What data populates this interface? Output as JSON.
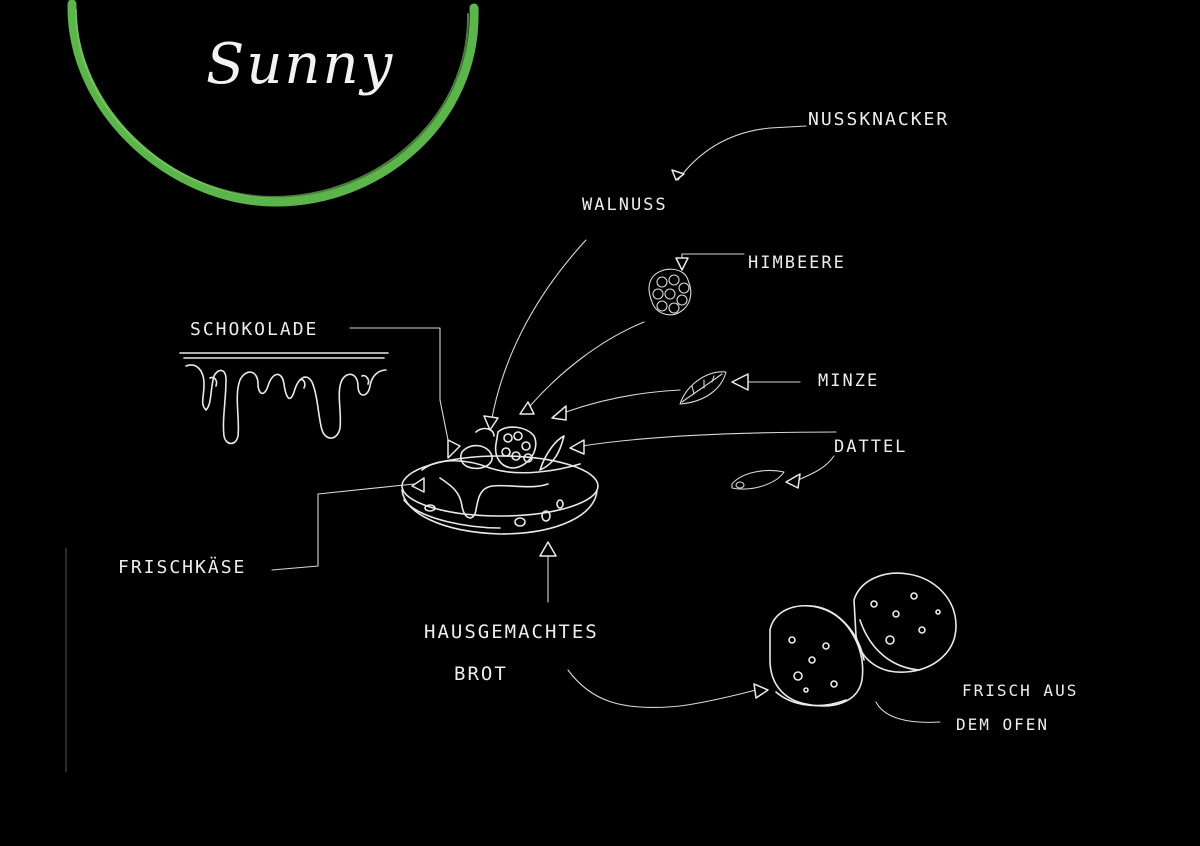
{
  "colors": {
    "background": "#000000",
    "chalk": "#e9e9e9",
    "accent_circle": "#5cb54a"
  },
  "title": "Sunny",
  "labels": {
    "nussknacker": "NUSSKNACKER",
    "walnuss": "WALNUSS",
    "himbeere": "HIMBEERE",
    "schokolade": "SCHOKOLADE",
    "minze": "MINZE",
    "dattel": "DATTEL",
    "frischkaese": "FRISCHKÄSE",
    "brot_line1": "HAUSGEMACHTES",
    "brot_line2": "BROT",
    "ofen_line1": "FRISCH AUS",
    "ofen_line2": "DEM OFEN"
  }
}
